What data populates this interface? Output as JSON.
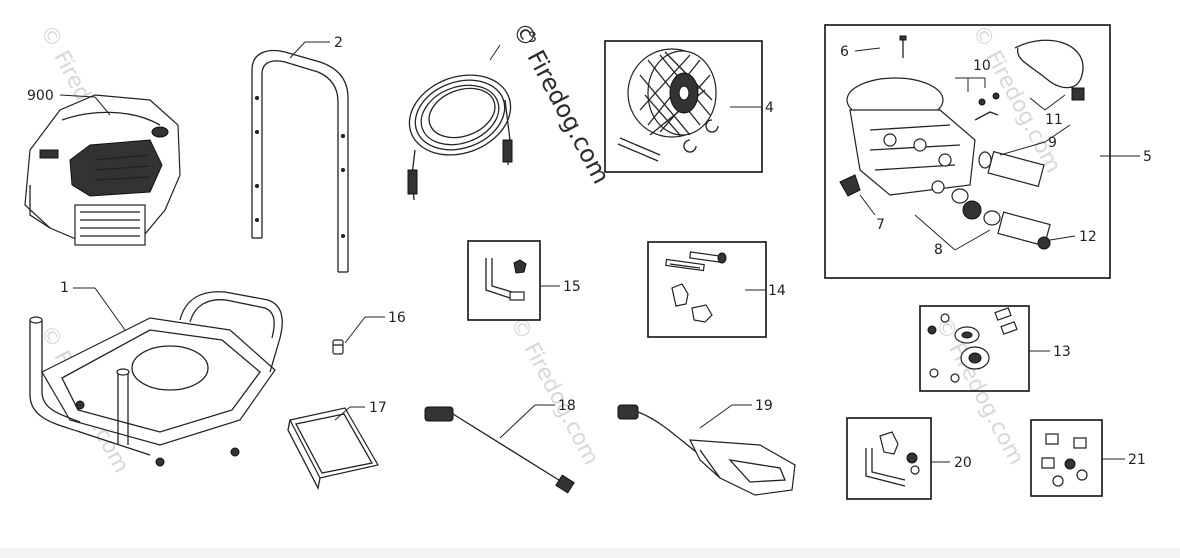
{
  "watermark": {
    "text": "© Firedog.com"
  },
  "callouts": {
    "c900": "900",
    "c1": "1",
    "c2": "2",
    "c3": "3",
    "c4": "4",
    "c5": "5",
    "c6": "6",
    "c7": "7",
    "c8": "8",
    "c9": "9",
    "c10": "10",
    "c11": "11",
    "c12": "12",
    "c13": "13",
    "c14": "14",
    "c15": "15",
    "c16": "16",
    "c17": "17",
    "c18": "18",
    "c19": "19",
    "c20": "20",
    "c21": "21"
  }
}
